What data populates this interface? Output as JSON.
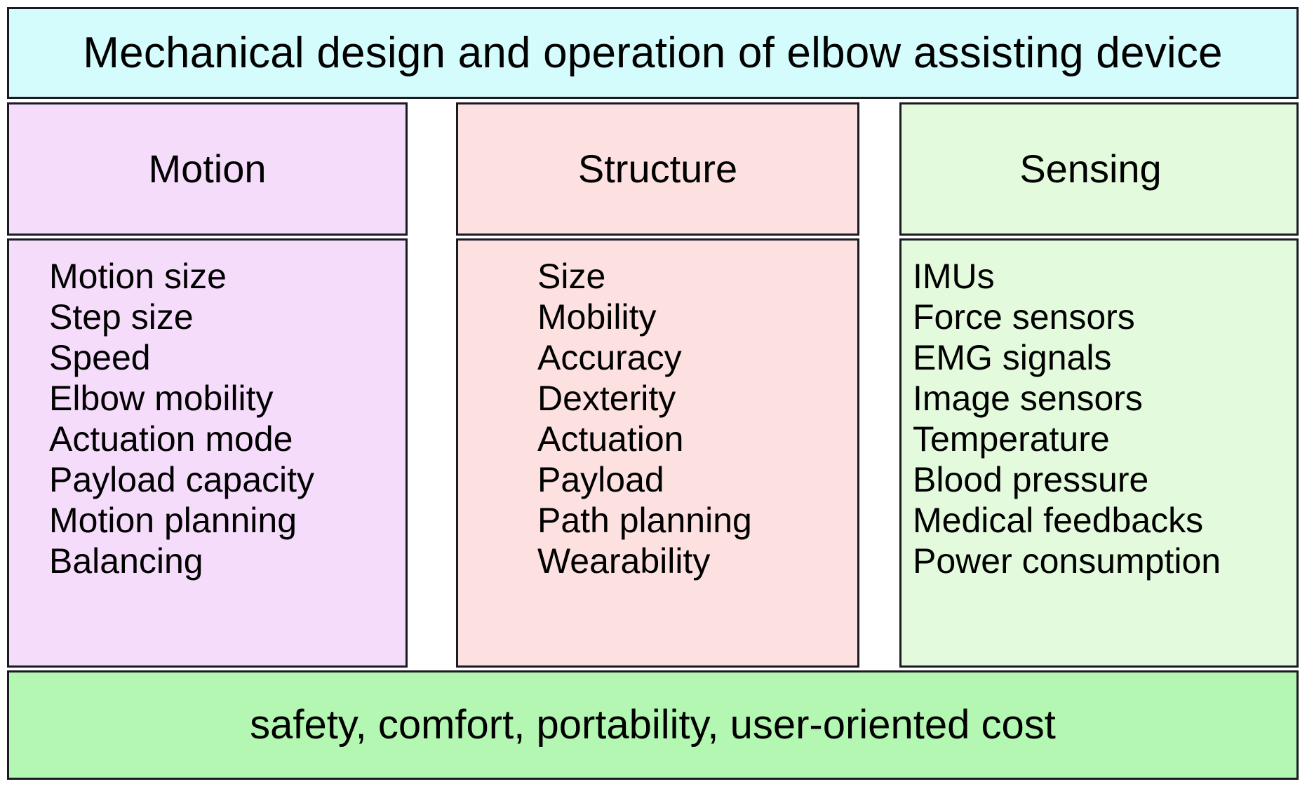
{
  "diagram": {
    "title": "Mechanical design and operation of elbow assisting device",
    "footer": "safety, comfort, portability, user-oriented cost",
    "colors": {
      "title_bg": "#d4fcfc",
      "footer_bg": "#b3f7b3",
      "motion_bg": "#f6dcfb",
      "structure_bg": "#fce1e0",
      "sensing_bg": "#e3fadd",
      "border": "#1a1a22",
      "text": "#000000"
    },
    "columns": [
      {
        "header": "Motion",
        "items": [
          "Motion size",
          "Step size",
          "Speed",
          "Elbow mobility",
          "Actuation mode",
          "Payload capacity",
          "Motion planning",
          "Balancing"
        ]
      },
      {
        "header": "Structure",
        "items": [
          "Size",
          "Mobility",
          "Accuracy",
          "Dexterity",
          "Actuation",
          "Payload",
          "Path planning",
          "Wearability"
        ]
      },
      {
        "header": "Sensing",
        "items": [
          "IMUs",
          "Force sensors",
          "EMG signals",
          "Image sensors",
          "Temperature",
          "Blood pressure",
          "Medical feedbacks",
          "Power consumption"
        ]
      }
    ]
  }
}
